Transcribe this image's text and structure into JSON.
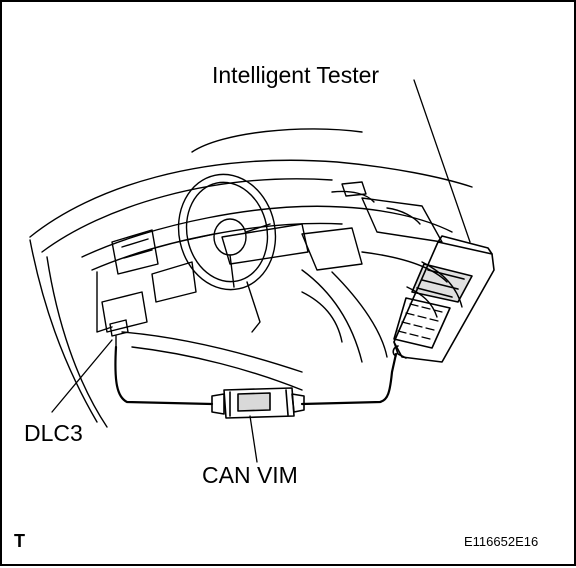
{
  "labels": {
    "tester": "Intelligent Tester",
    "dlc3": "DLC3",
    "can_vim": "CAN VIM",
    "corner": "T",
    "figure_code": "E116652E16"
  }
}
